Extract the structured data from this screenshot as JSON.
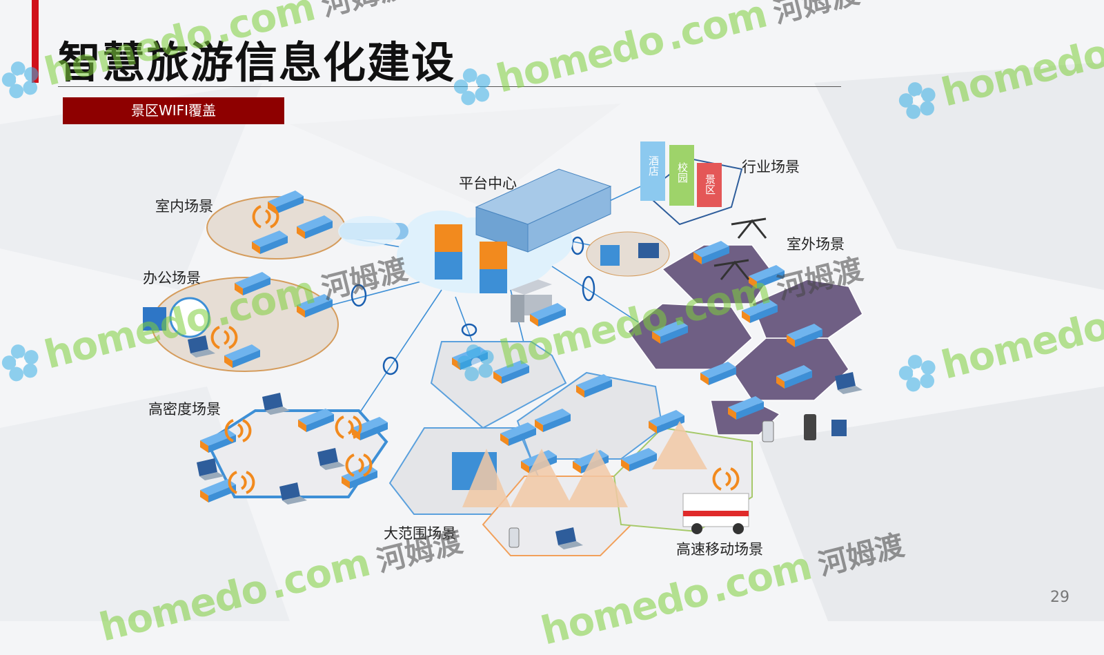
{
  "slide": {
    "title": "智慧旅游信息化建设",
    "subtitle": "景区WIFI覆盖",
    "page_number": "29"
  },
  "diagram": {
    "labels": {
      "platform": "平台中心",
      "industry": "行业场景",
      "indoor": "室内场景",
      "office": "办公场景",
      "outdoor": "室外场景",
      "high_density": "高密度场景",
      "wide_area": "大范围场景",
      "high_speed": "高速移动场景"
    },
    "industry_blocks": [
      "酒店",
      "校园",
      "景区"
    ],
    "colors": {
      "accent": "#d0121b",
      "subtitle_bg": "#8e0000",
      "ap_blue": "#3d8fd6",
      "ap_orange": "#f28a1e",
      "outdoor_hex": "#6f5f84",
      "cloud": "#dff1fc"
    }
  },
  "watermark": {
    "brand": "homedo",
    "domain": ".com",
    "cn": "河姆渡"
  }
}
